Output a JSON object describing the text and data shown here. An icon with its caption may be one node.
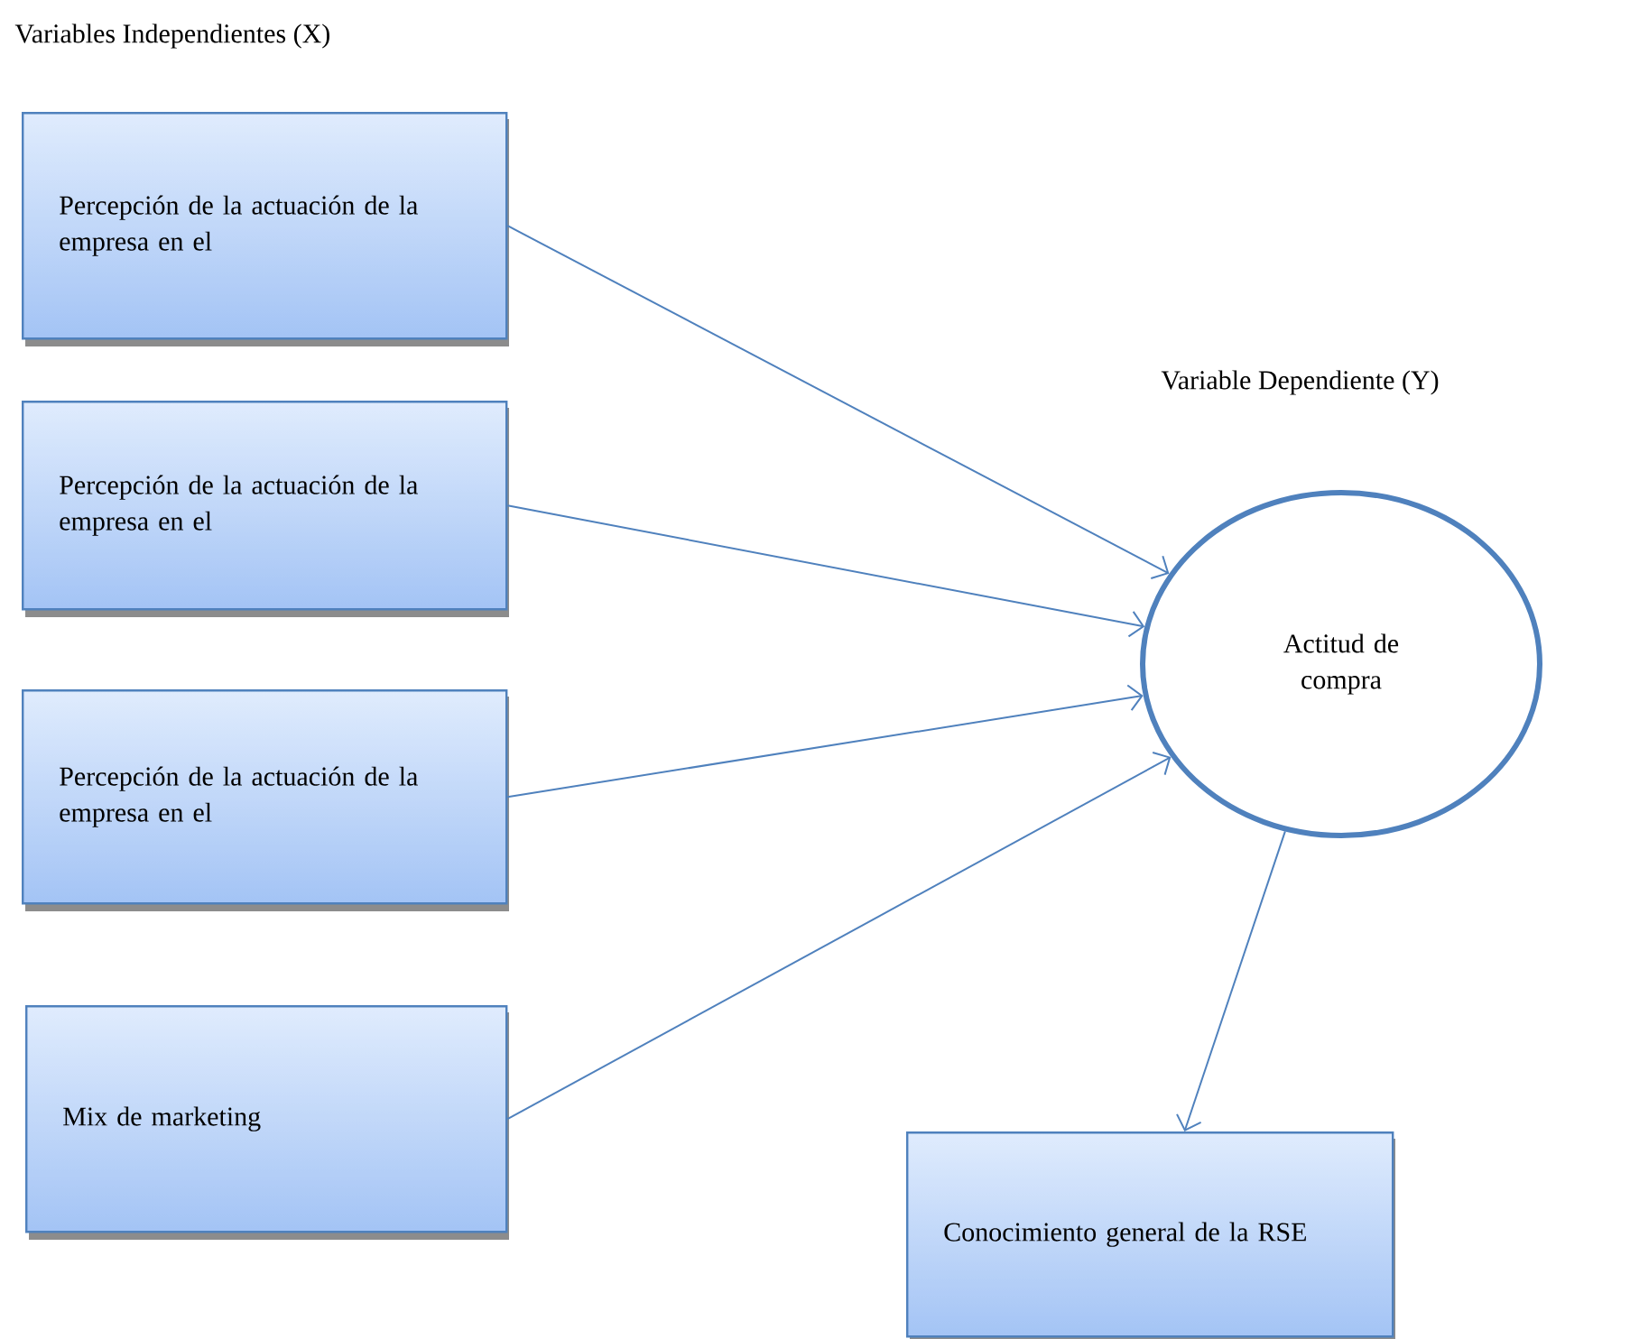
{
  "diagram": {
    "nodes": [
      {
        "text": [
          "Percepción de la actuación de la empresa en el"
        ]
      },
      {
        "text": [
          "Percepción de la actuación de la empresa en el"
        ]
      },
      {
        "text": [
          "Percepción de la actuación de la empresa en el"
        ]
      },
      {
        "text": [
          "Mix de marketing"
        ]
      },
      {
        "text": [
          "Actitud de compra"
        ]
      },
      {
        "text": [
          "Conocimiento general de la RSE"
        ]
      }
    ],
    "edges": [
      {
        "from": 0,
        "to": 4,
        "arrow": "to"
      },
      {
        "from": 1,
        "to": 4,
        "arrow": "to"
      },
      {
        "from": 2,
        "to": 4,
        "arrow": "to"
      },
      {
        "from": 3,
        "to": 4,
        "arrow": "to"
      },
      {
        "from": 4,
        "to": 5,
        "arrow": "to"
      }
    ],
    "labels": [
      "Variables Independientes (X)",
      "Variable Dependiente (Y)"
    ]
  }
}
